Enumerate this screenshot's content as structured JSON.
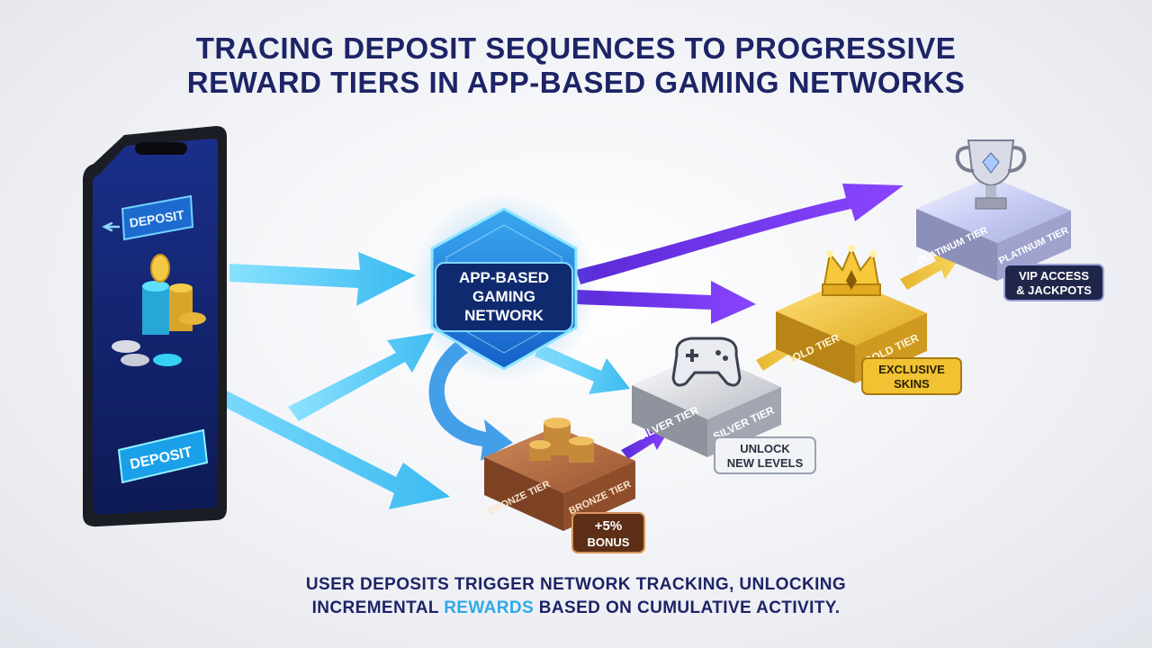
{
  "title": {
    "line1": "TRACING DEPOSIT SEQUENCES TO PROGRESSIVE",
    "line2": "REWARD TIERS IN APP-BASED GAMING NETWORKS"
  },
  "phone": {
    "deposit_top": "DEPOSIT",
    "deposit_bottom": "DEPOSIT",
    "back_icon": "arrow-left-icon",
    "coins_icon": "coin-stack-icon"
  },
  "network": {
    "line1": "APP-BASED",
    "line2": "GAMING",
    "line3": "NETWORK"
  },
  "tiers": {
    "bronze": {
      "label_left": "BRONZE TIER",
      "label_right": "BRONZE TIER",
      "reward_line1": "+5%",
      "reward_line2": "BONUS",
      "icon": "coin-stack-icon"
    },
    "silver": {
      "label_left": "SILVER TIER",
      "label_right": "SILVER TIER",
      "reward_line1": "UNLOCK",
      "reward_line2": "NEW LEVELS",
      "icon": "gamepad-icon"
    },
    "gold": {
      "label_left": "GOLD TIER",
      "label_right": "GOLD TIER",
      "reward_line1": "EXCLUSIVE",
      "reward_line2": "SKINS",
      "icon": "crown-icon"
    },
    "platinum": {
      "label_left": "PLATINUM TIER",
      "label_right": "PLATINUM TIER",
      "reward_line1": "VIP ACCESS",
      "reward_line2": "& JACKPOTS",
      "icon": "trophy-icon"
    }
  },
  "caption": {
    "line1": "USER DEPOSITS TRIGGER NETWORK TRACKING, UNLOCKING",
    "line2_pre": "INCREMENTAL ",
    "line2_highlight": "REWARDS",
    "line2_post": " BASED ON CUMULATIVE ACTIVITY."
  },
  "colors": {
    "title": "#1d2466",
    "cyan_arrow": "#3cc4f5",
    "purple_arrow": "#7b3cf0",
    "bronze": "#a8643c",
    "silver": "#c9ccd4",
    "gold": "#f2c12e",
    "platinum": "#b9bde8",
    "highlight": "#2ea8e8"
  }
}
